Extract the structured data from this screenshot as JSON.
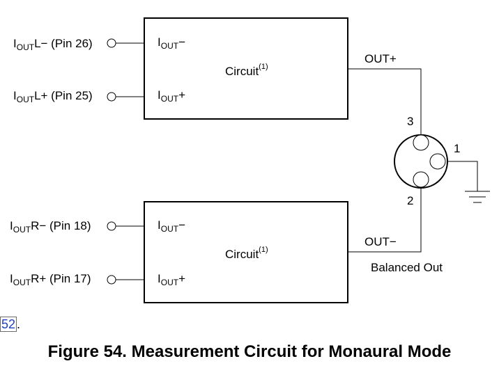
{
  "circuits": [
    {
      "pin_top": {
        "main": "I",
        "sub": "OUT",
        "rest": "L− (Pin 26)"
      },
      "pin_bottom": {
        "main": "I",
        "sub": "OUT",
        "rest": "L+ (Pin 25)"
      },
      "in_top": {
        "main": "I",
        "sub": "OUT",
        "rest": "−"
      },
      "in_bottom": {
        "main": "I",
        "sub": "OUT",
        "rest": "+"
      },
      "label": "Circuit",
      "note": "(1)"
    },
    {
      "pin_top": {
        "main": "I",
        "sub": "OUT",
        "rest": "R− (Pin 18)"
      },
      "pin_bottom": {
        "main": "I",
        "sub": "OUT",
        "rest": "R+ (Pin 17)"
      },
      "in_top": {
        "main": "I",
        "sub": "OUT",
        "rest": "−"
      },
      "in_bottom": {
        "main": "I",
        "sub": "OUT",
        "rest": "+"
      },
      "label": "Circuit",
      "note": "(1)"
    }
  ],
  "outputs": {
    "plus": "OUT+",
    "minus": "OUT−",
    "balanced": "Balanced Out"
  },
  "connector_pins": {
    "pin3": "3",
    "pin1": "1",
    "pin2": "2"
  },
  "reference": {
    "number": "52",
    "suffix": "."
  },
  "caption": "Figure 54. Measurement Circuit for Monaural Mode"
}
